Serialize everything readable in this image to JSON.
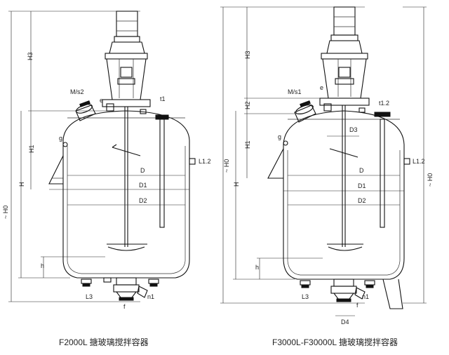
{
  "left_drawing": {
    "caption": "F2000L 搪玻璃搅拌容器",
    "labels": {
      "H3": "H3",
      "H1": "H1",
      "H": "H",
      "H0": "~ H0",
      "h": "h",
      "Ms": "M/s2",
      "e": "e",
      "t": "t1",
      "g": "g",
      "D": "D",
      "D1": "D1",
      "D2": "D2",
      "L12": "L1.2",
      "L3": "L3",
      "n1": "n1",
      "f": "f"
    }
  },
  "right_drawing": {
    "caption": "F3000L-F30000L 搪玻璃搅拌容器",
    "labels": {
      "H3": "H3",
      "H2": "H2",
      "H1": "H1",
      "H": "H",
      "H0": "~ H0",
      "H0r": "~ H0",
      "h": "h",
      "Ms": "M/s1",
      "e": "e",
      "t": "t1.2",
      "g": "g",
      "D3": "D3",
      "D": "D",
      "D1": "D1",
      "D2": "D2",
      "D4": "D4",
      "L12": "L1.2",
      "L3": "L3",
      "n1": "n1",
      "f": "f"
    }
  }
}
